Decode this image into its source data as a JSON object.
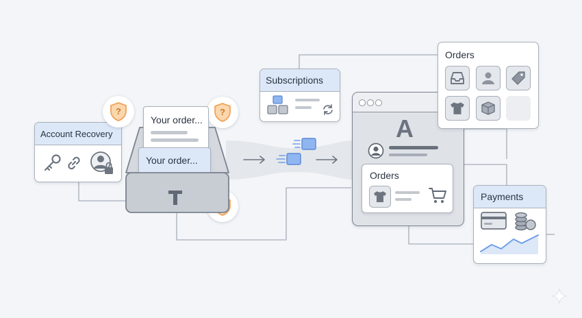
{
  "account_recovery": {
    "title": "Account Recovery",
    "icons": [
      "key-icon",
      "link-icon",
      "user-lock-icon"
    ]
  },
  "letters": {
    "back_label": "Your order...",
    "front_label": "Your order..."
  },
  "inbox_tray": {
    "logo_icon": "t-logo-icon"
  },
  "alerts": {
    "glyph": "?",
    "color": "#f0a35a"
  },
  "subscriptions": {
    "title": "Subscriptions",
    "icons": [
      "blocks-icon",
      "refresh-icon"
    ]
  },
  "browser_window": {
    "hero_letter": "A",
    "orders_panel": {
      "title": "Orders",
      "icons": [
        "tshirt-icon",
        "cart-icon"
      ]
    }
  },
  "orders_card": {
    "title": "Orders",
    "icons": [
      "inbox-icon",
      "user-icon",
      "tag-icon",
      "tshirt-icon",
      "box-icon"
    ]
  },
  "payments": {
    "title": "Payments",
    "icons": [
      "credit-card-icon",
      "coins-icon",
      "line-chart-icon"
    ]
  },
  "colors": {
    "accent_blue": "#6f9fe6",
    "header_blue": "#dce8f8",
    "warning_orange": "#f0a35a"
  }
}
